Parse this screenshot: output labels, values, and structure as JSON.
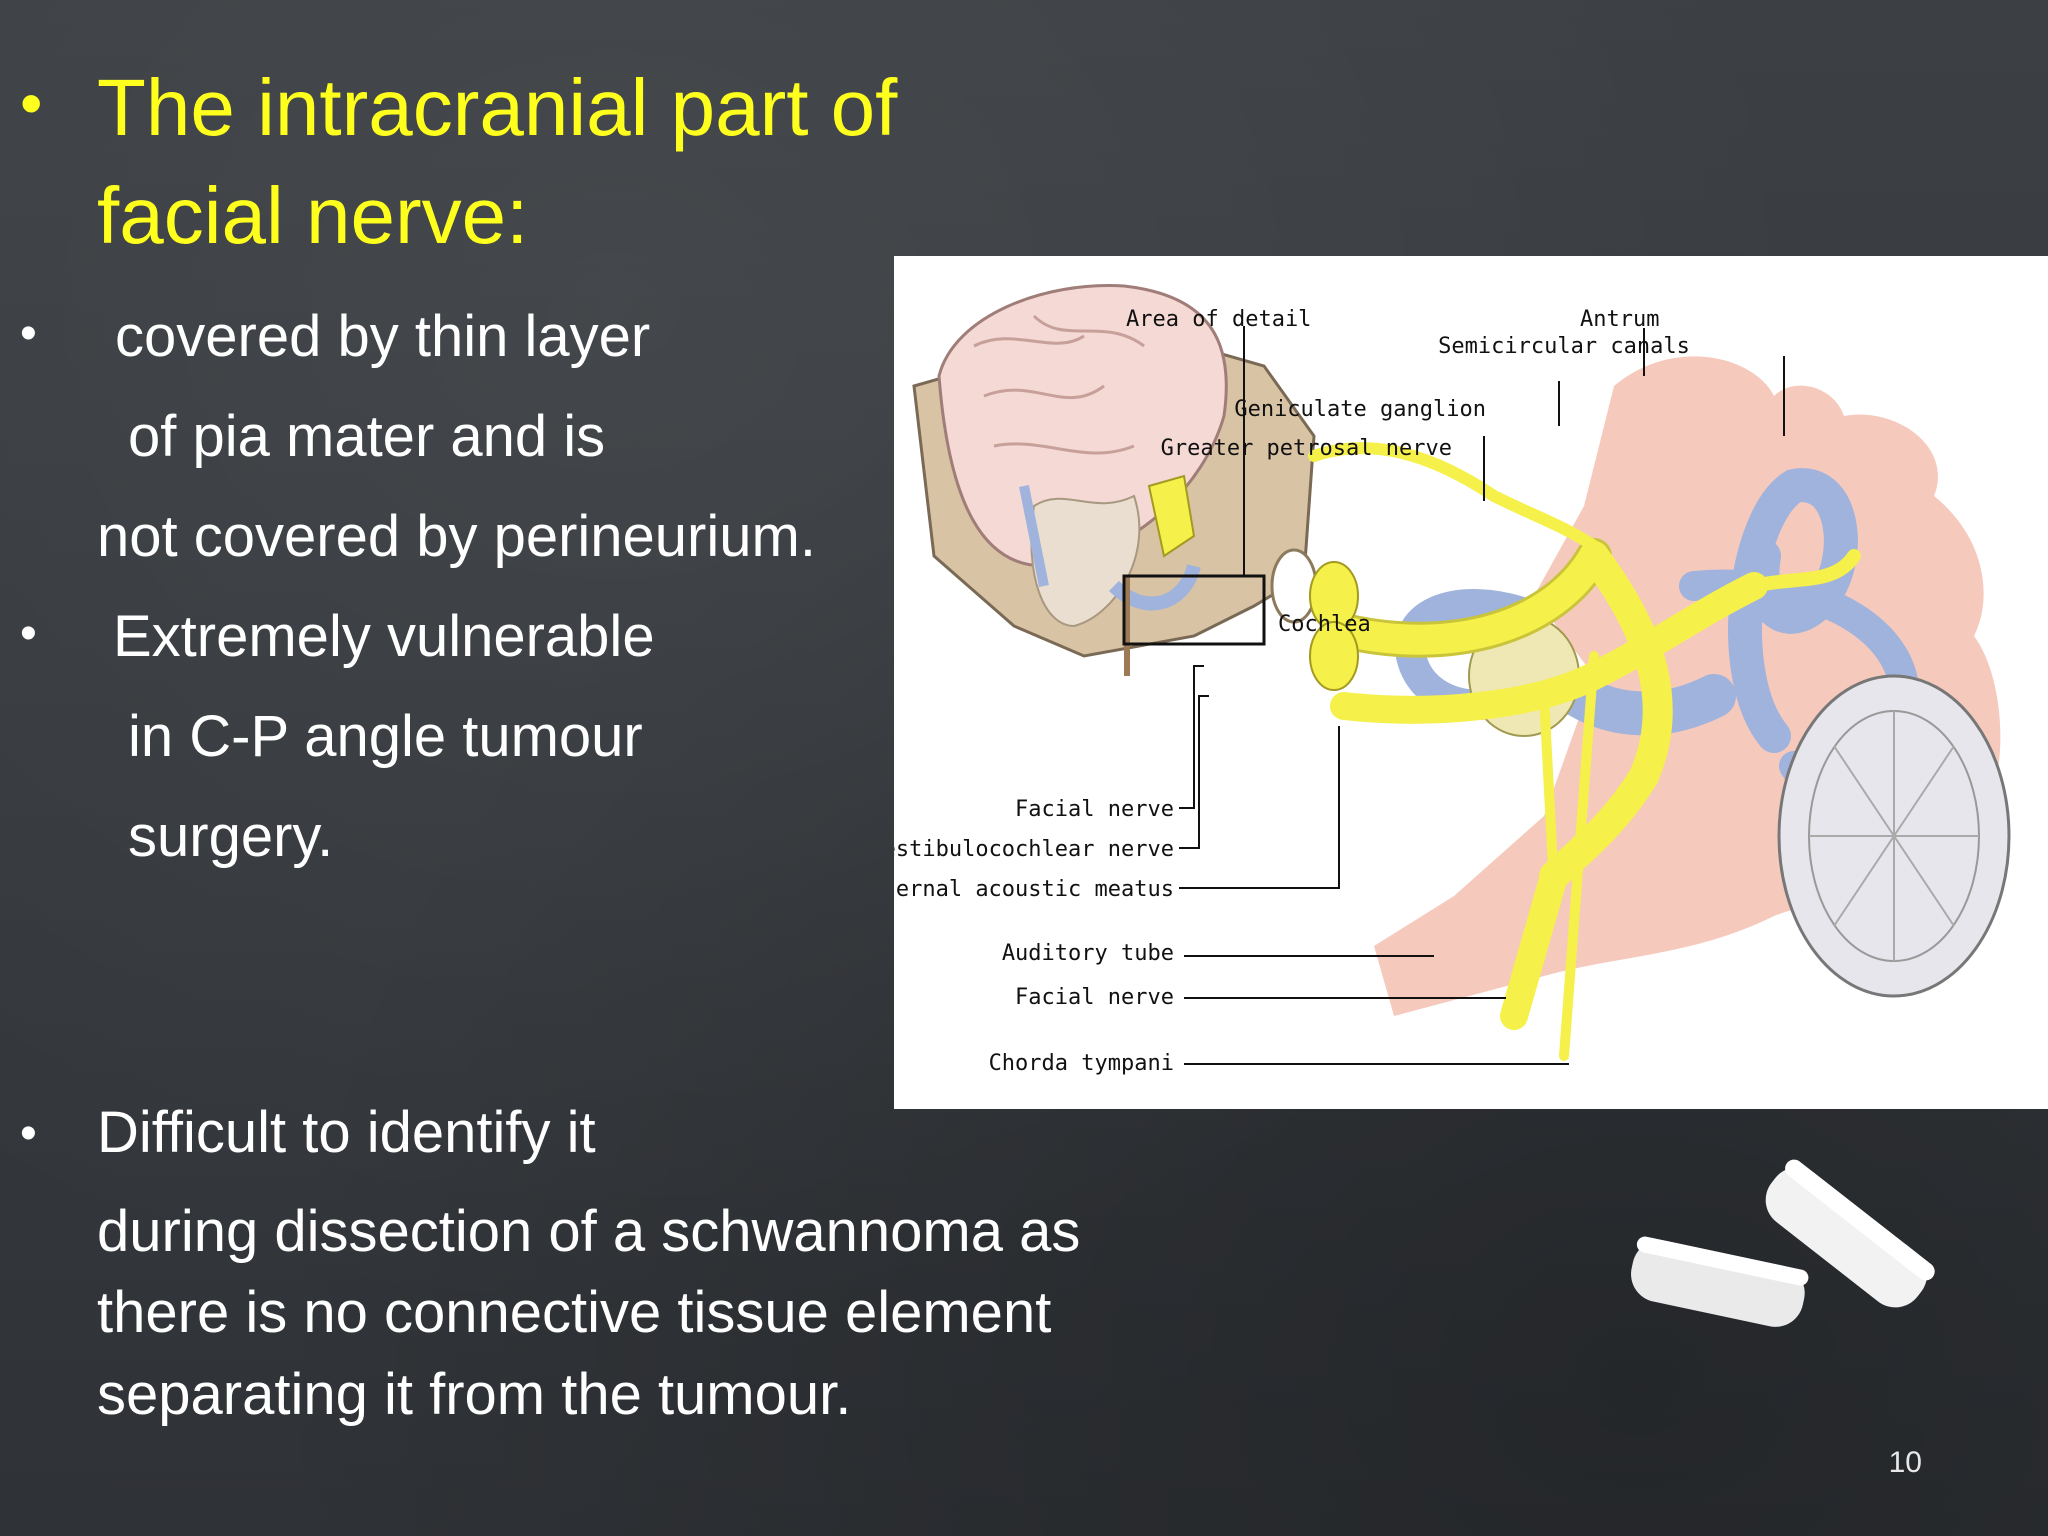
{
  "title": {
    "line1": "The intracranial part of",
    "line2": "facial nerve:"
  },
  "bullets": [
    {
      "lines": [
        "covered by thin layer",
        "of pia mater and is",
        "not covered by perineurium."
      ]
    },
    {
      "lines": [
        "Extremely vulnerable",
        "in C-P angle tumour",
        "surgery."
      ]
    },
    {
      "lines": [
        "Difficult to identify it",
        "during dissection of a schwannoma as",
        "there is no connective tissue element",
        "separating it from the tumour."
      ]
    }
  ],
  "figure": {
    "labels": {
      "area_of_detail": "Area of detail",
      "antrum": "Antrum",
      "semicircular_canals": "Semicircular canals",
      "geniculate_ganglion": "Geniculate ganglion",
      "greater_petrosal_nerve": "Greater petrosal nerve",
      "cochlea": "Cochlea",
      "facial_nerve_top": "Facial nerve",
      "vestibulocochlear_nerve": "Vestibulocochlear nerve",
      "internal_acoustic_meatus": "Internal acoustic meatus",
      "auditory_tube": "Auditory tube",
      "facial_nerve_bottom": "Facial nerve",
      "chorda_tympani": "Chorda tympani"
    },
    "colors": {
      "nerve": "#f5f04a",
      "inner_ear": "#9fb3dc",
      "skin": "#f6c9bd",
      "brain": "#f4d9d4"
    }
  },
  "page_number": "10"
}
